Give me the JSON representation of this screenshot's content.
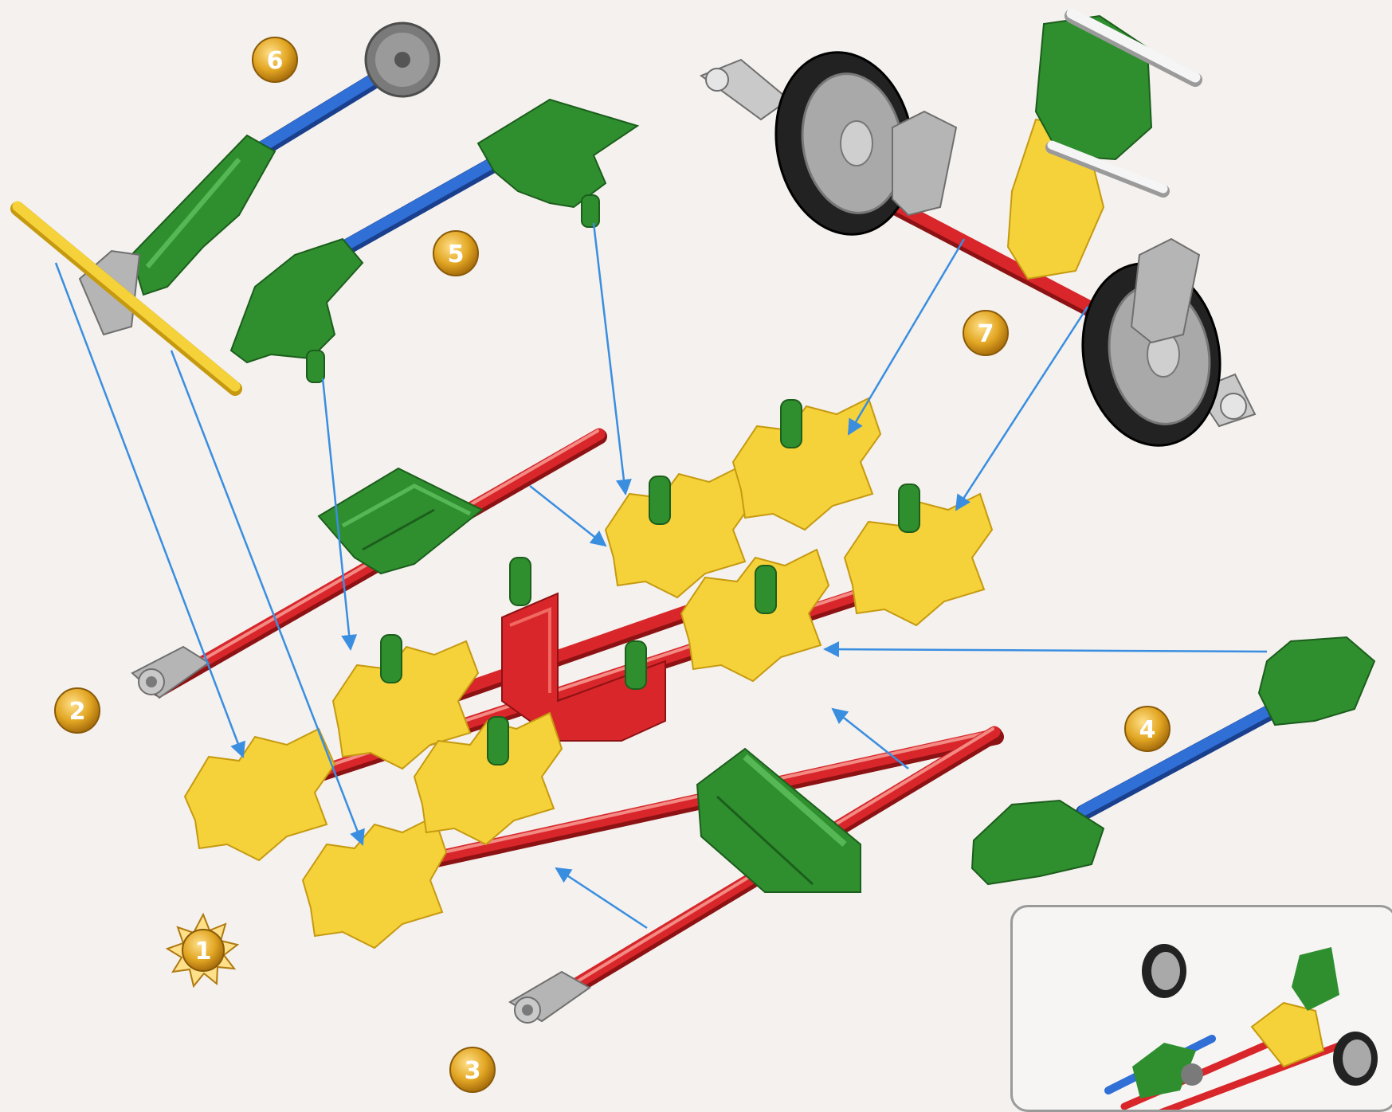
{
  "steps": {
    "s1": "1",
    "s2": "2",
    "s3": "3",
    "s4": "4",
    "s5": "5",
    "s6": "6",
    "s7": "7"
  },
  "colors": {
    "red_rod": "#d8262a",
    "yellow_connector": "#f6d23a",
    "green_connector": "#2f8f2f",
    "blue_rod": "#2f6fd6",
    "grey_connector": "#b5b5b5",
    "tire": "#222222",
    "badge_gold": "#e2a623",
    "guide_line": "#3a8ee0"
  }
}
